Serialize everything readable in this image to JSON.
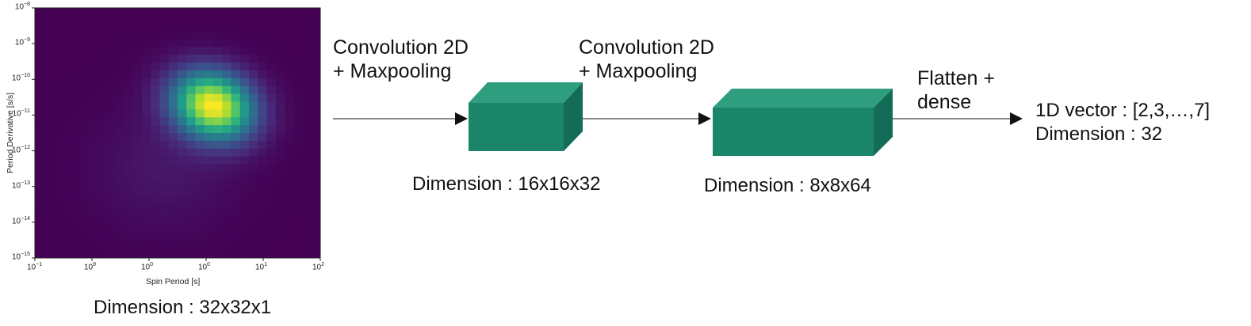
{
  "heatmap": {
    "xlabel": "Spin Period [s]",
    "ylabel": "Period Derivative [s/s]",
    "xticks": [
      {
        "base": "10",
        "exp": "−1"
      },
      {
        "base": "10",
        "exp": "9"
      },
      {
        "base": "10",
        "exp": "0"
      },
      {
        "base": "10",
        "exp": "0"
      },
      {
        "base": "10",
        "exp": "1"
      },
      {
        "base": "10",
        "exp": "2"
      }
    ],
    "yticks": [
      {
        "base": "10",
        "exp": "−8"
      },
      {
        "base": "10",
        "exp": "−9"
      },
      {
        "base": "10",
        "exp": "−10"
      },
      {
        "base": "10",
        "exp": "−11"
      },
      {
        "base": "10",
        "exp": "−12"
      },
      {
        "base": "10",
        "exp": "−13"
      },
      {
        "base": "10",
        "exp": "−14"
      },
      {
        "base": "10",
        "exp": "−15"
      }
    ],
    "dimension": "Dimension : 32x32x1",
    "colormap": "viridis",
    "peak_color": "#fde725",
    "background_color": "#440154"
  },
  "stage1": {
    "label_line1": "Convolution 2D",
    "label_line2": "+ Maxpooling",
    "dimension": "Dimension : 16x16x32"
  },
  "stage2": {
    "label_line1": "Convolution 2D",
    "label_line2": "+ Maxpooling",
    "dimension": "Dimension : 8x8x64"
  },
  "stage3": {
    "label_line1": "Flatten +",
    "label_line2": "dense"
  },
  "output": {
    "line1": "1D vector : [2,3,…,7]",
    "line2": "Dimension : 32"
  },
  "colors": {
    "block_front": "#1b8569",
    "block_top": "#2e9e7f",
    "block_side": "#136c55",
    "arrow": "#111111"
  }
}
